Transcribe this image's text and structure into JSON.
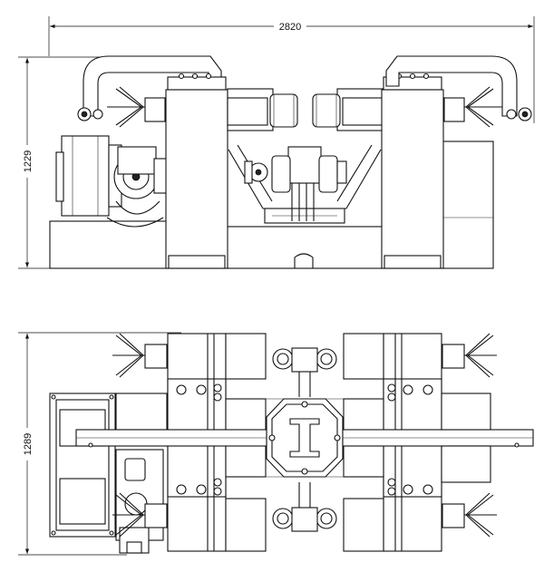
{
  "drawing": {
    "dimensions": {
      "overall_width": "2820",
      "front_height": "1229",
      "top_depth": "1289"
    }
  }
}
